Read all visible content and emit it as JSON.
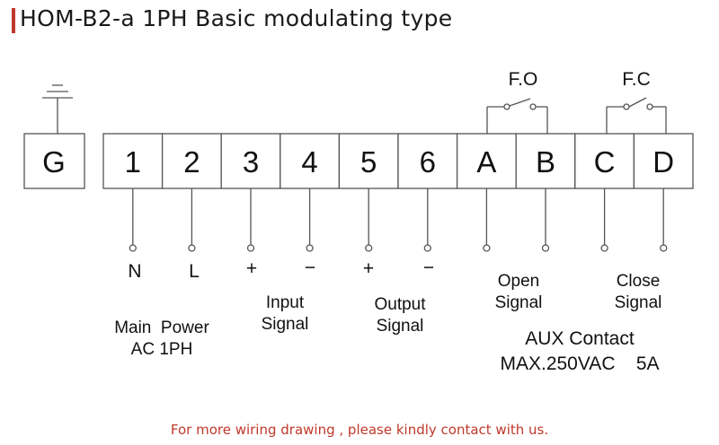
{
  "title": "HOM-B2-a 1PH Basic modulating type",
  "ground_terminal": "G",
  "terminals": [
    "1",
    "2",
    "3",
    "4",
    "5",
    "6",
    "A",
    "B",
    "C",
    "D"
  ],
  "terminal_signs": [
    "N",
    "L",
    "+",
    "−",
    "+",
    "−"
  ],
  "switch_labels": {
    "fo": "F.O",
    "fc": "F.C"
  },
  "groups": {
    "main_power_line1": "Main  Power",
    "main_power_line2": "AC 1PH",
    "input_line1": "Input",
    "input_line2": "Signal",
    "output_line1": "Output",
    "output_line2": "Signal",
    "open_line1": "Open",
    "open_line2": "Signal",
    "close_line1": "Close",
    "close_line2": "Signal",
    "aux_line1": "AUX Contact",
    "aux_line2": "MAX.250VAC    5A"
  },
  "footer": "For more wiring drawing , please kindly contact with us.",
  "colors": {
    "accent": "#c0392b",
    "line": "#555555"
  }
}
